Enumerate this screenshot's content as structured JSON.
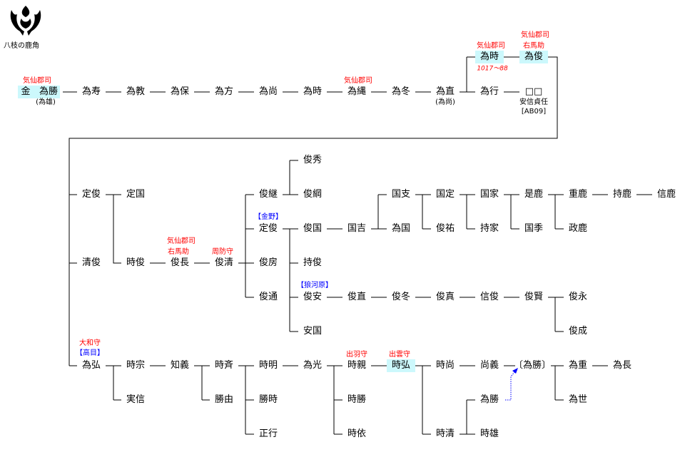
{
  "crest": {
    "caption": "八枝の鹿角",
    "icon": "deer-antler-crest-icon"
  },
  "highlight_color": "#ccf8fc",
  "row1": {
    "surname": "金",
    "founder": "為勝",
    "founder_alias": "(為雄)",
    "founder_title": "気仙郡司",
    "names": [
      "為寿",
      "為教",
      "為保",
      "為方",
      "為尚",
      "為時",
      "為縄",
      "為冬",
      "為直",
      "為行",
      "□□"
    ],
    "tamenawa_title": "気仙郡司",
    "tamenao_alias": "(為尚)",
    "unknown_note": "安信貞任",
    "unknown_ref": "[AB09]",
    "tametoki2": "為時",
    "tametoki2_title": "気仙郡司",
    "tametoki2_years": "1017〜88",
    "tametoshi": "為俊",
    "tametoshi_title1": "気仙郡司",
    "tametoshi_title2": "右馬助"
  },
  "gen2": {
    "sadatoshi": "定俊",
    "kiyotoshi": "清俊",
    "tamehiro": "為弘",
    "tamehiro_title": "大和守",
    "tamehiro_branch": "【高目】"
  },
  "sadakuni_line": {
    "sadakuni": "定国",
    "tokitoshi": "時俊",
    "toshinaga": "俊長",
    "toshinaga_title1": "気仙郡司",
    "toshinaga_title2": "右馬助",
    "toshikiyo": "俊清",
    "toshikiyo_title": "周防守"
  },
  "toshikiyo_children": {
    "toshitsugu": "俊継",
    "sadatoshi": "定俊",
    "sadatoshi_branch": "【金野】",
    "toshifusa": "俊房",
    "toshimichi": "俊通"
  },
  "toshitsugu_children": [
    "俊秀",
    "俊綱"
  ],
  "sadatoshi_children": {
    "toshikuni": "俊国",
    "mochitoshi": "持俊",
    "toshiyasu": "俊安",
    "toshiyasu_branch": "【狼河原】",
    "yasukuni": "安国"
  },
  "kuni_line": {
    "kuniyoshi": "国吉",
    "kunishi": "国支",
    "tamekuni": "為国",
    "kunisada": "国定",
    "toshisuke": "俊祐",
    "kuniie": "国家",
    "mochiie": "持家",
    "koreshika": "是鹿",
    "kunisue": "国季",
    "shigeshika": "重鹿",
    "masashika": "政鹿",
    "mochishika": "持鹿",
    "nobushika": "信鹿"
  },
  "yasu_line": {
    "names": [
      "俊直",
      "俊冬",
      "俊真",
      "信俊",
      "俊賢"
    ],
    "toshinaga": "俊永",
    "toshinari": "俊成"
  },
  "hiro_line": {
    "tokimune": "時宗",
    "sanenobu": "実信",
    "tomoyoshi": "知義",
    "tokinari": "時斉",
    "katsuyoshi": "勝由",
    "tokiaki": "時明",
    "katsutoki": "勝時",
    "masayuki": "正行",
    "tamemitsu": "為光",
    "tokichika": "時親",
    "tokichika_title": "出羽守",
    "tokikatsu": "時勝",
    "tokiyori": "時依",
    "tokihiro": "時弘",
    "tokihiro_title": "出雲守",
    "tokinao": "時尚",
    "tokikiyo": "時清",
    "naoyoshi": "尚義",
    "tamekatsu_bracket": "〔為勝〕",
    "tamekatsu": "為勝",
    "tokio": "時雄",
    "tameshige": "為重",
    "tameyo": "為世",
    "tamenaga": "為長"
  },
  "adoption_arrow_color": "#0000ff"
}
